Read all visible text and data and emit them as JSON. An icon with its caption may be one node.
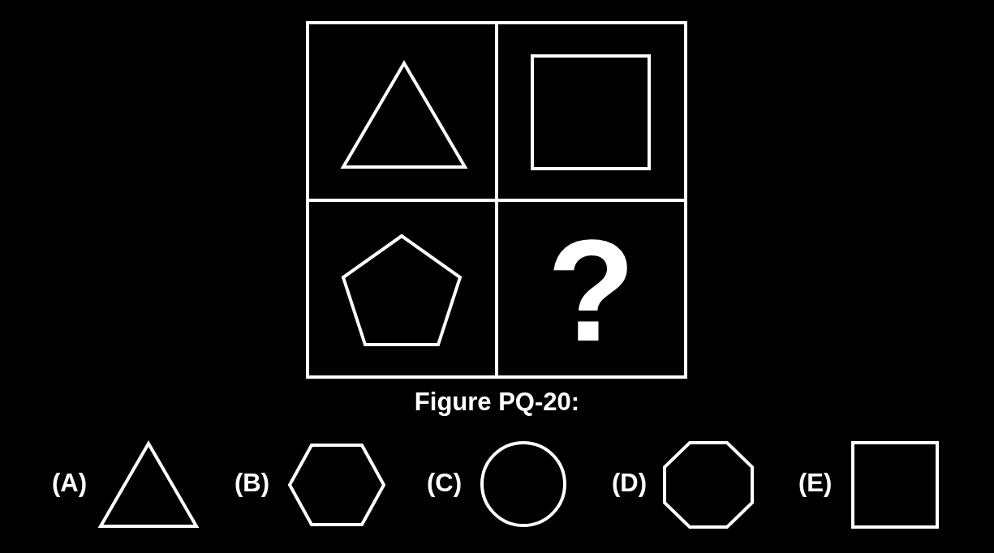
{
  "diagram": {
    "caption": "Figure PQ-20:",
    "labels": [
      "?",
      "(A)",
      "(B)",
      "(C)",
      "(D)",
      "(E)"
    ]
  }
}
